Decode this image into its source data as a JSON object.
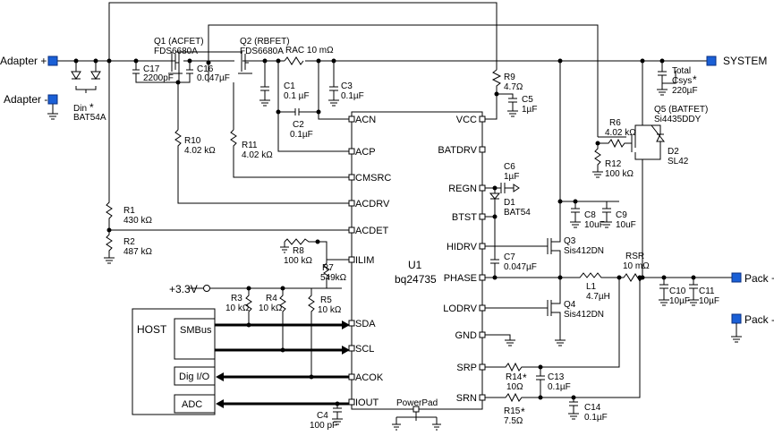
{
  "ports": {
    "adapter_plus": "Adapter +",
    "adapter_minus": "Adapter -",
    "system": "SYSTEM",
    "pack_plus": "Pack +",
    "pack_minus": "Pack -",
    "supply": "+3.3V"
  },
  "ic": {
    "ref": "U1",
    "part": "bq24735",
    "pins_left": [
      "ACN",
      "ACP",
      "CMSRC",
      "ACDRV",
      "ACDET",
      "ILIM",
      "SDA",
      "SCL",
      "ACOK",
      "IOUT"
    ],
    "pins_right": [
      "VCC",
      "BATDRV",
      "REGN",
      "BTST",
      "HIDRV",
      "PHASE",
      "LODRV",
      "GND",
      "SRP",
      "SRN"
    ],
    "bottom_pin": "PowerPad"
  },
  "host": {
    "title": "HOST",
    "smbus": "SMBus",
    "digio": "Dig I/O",
    "adc": "ADC"
  },
  "components": {
    "q1_ref": "Q1 (ACFET)",
    "q1_part": "FDS6680A",
    "q2_ref": "Q2 (RBFET)",
    "q2_part": "FDS6680A",
    "rac": "RAC 10 mΩ",
    "c17_ref": "C17",
    "c17_val": "2200pF",
    "c16_ref": "C16",
    "c16_val": "0.047µF",
    "din_ref": "Din",
    "din_part": "BAT54A",
    "din_mark": "*",
    "c1_ref": "C1",
    "c1_val": "0.1 µF",
    "c2_ref": "C2",
    "c2_val": "0.1µF",
    "c3_ref": "C3",
    "c3_val": "0.1µF",
    "r9_ref": "R9",
    "r9_val": "4.7Ω",
    "c5_ref": "C5",
    "c5_val": "1µF",
    "r10_ref": "R10",
    "r10_val": "4.02 kΩ",
    "r11_ref": "R11",
    "r11_val": "4.02 kΩ",
    "r1_ref": "R1",
    "r1_val": "430 kΩ",
    "r2_ref": "R2",
    "r2_val": "487 kΩ",
    "r8_ref": "R8",
    "r8_val": "100 kΩ",
    "r7_ref": "R7",
    "r7_val": "549kΩ",
    "r3_ref": "R3",
    "r3_val": "10 kΩ",
    "r4_ref": "R4",
    "r4_val": "10 kΩ",
    "r5_ref": "R5",
    "r5_val": "10 kΩ",
    "c4_ref": "C4",
    "c4_val": "100 pF",
    "c6_ref": "C6",
    "c6_val": "1µF",
    "d1_ref": "D1",
    "d1_part": "BAT54",
    "c8_ref": "C8",
    "c8_val": "10uF",
    "c9_ref": "C9",
    "c9_val": "10uF",
    "c7_ref": "C7",
    "c7_val": "0.047µF",
    "q3_ref": "Q3",
    "q3_part": "Sis412DN",
    "q4_ref": "Q4",
    "q4_part": "Sis412DN",
    "l1_ref": "L1",
    "l1_val": "4.7µH",
    "rsr_ref": "RSR",
    "rsr_val": "10 mΩ",
    "c10_ref": "C10",
    "c10_val": "10µF",
    "c11_ref": "C11",
    "c11_val": "10µF",
    "r14_ref": "R14",
    "r14_mark": "*",
    "r14_val": "10Ω",
    "r15_ref": "R15",
    "r15_mark": "*",
    "r15_val": "7.5Ω",
    "c13_ref": "C13",
    "c13_val": "0.1µF",
    "c14_ref": "C14",
    "c14_val": "0.1µF",
    "r6_ref": "R6",
    "r6_val": "4.02 kΩ",
    "r12_ref": "R12",
    "r12_val": "100 kΩ",
    "q5_ref": "Q5 (BATFET)",
    "q5_part": "Si4435DDY",
    "d2_ref": "D2",
    "d2_part": "SL42",
    "csys_l1": "Total",
    "csys_l2": "Csys",
    "csys_val": "220µF",
    "csys_mark": "*"
  },
  "colors": {
    "port_fill": "#1a5fd6",
    "wire": "#000000"
  }
}
